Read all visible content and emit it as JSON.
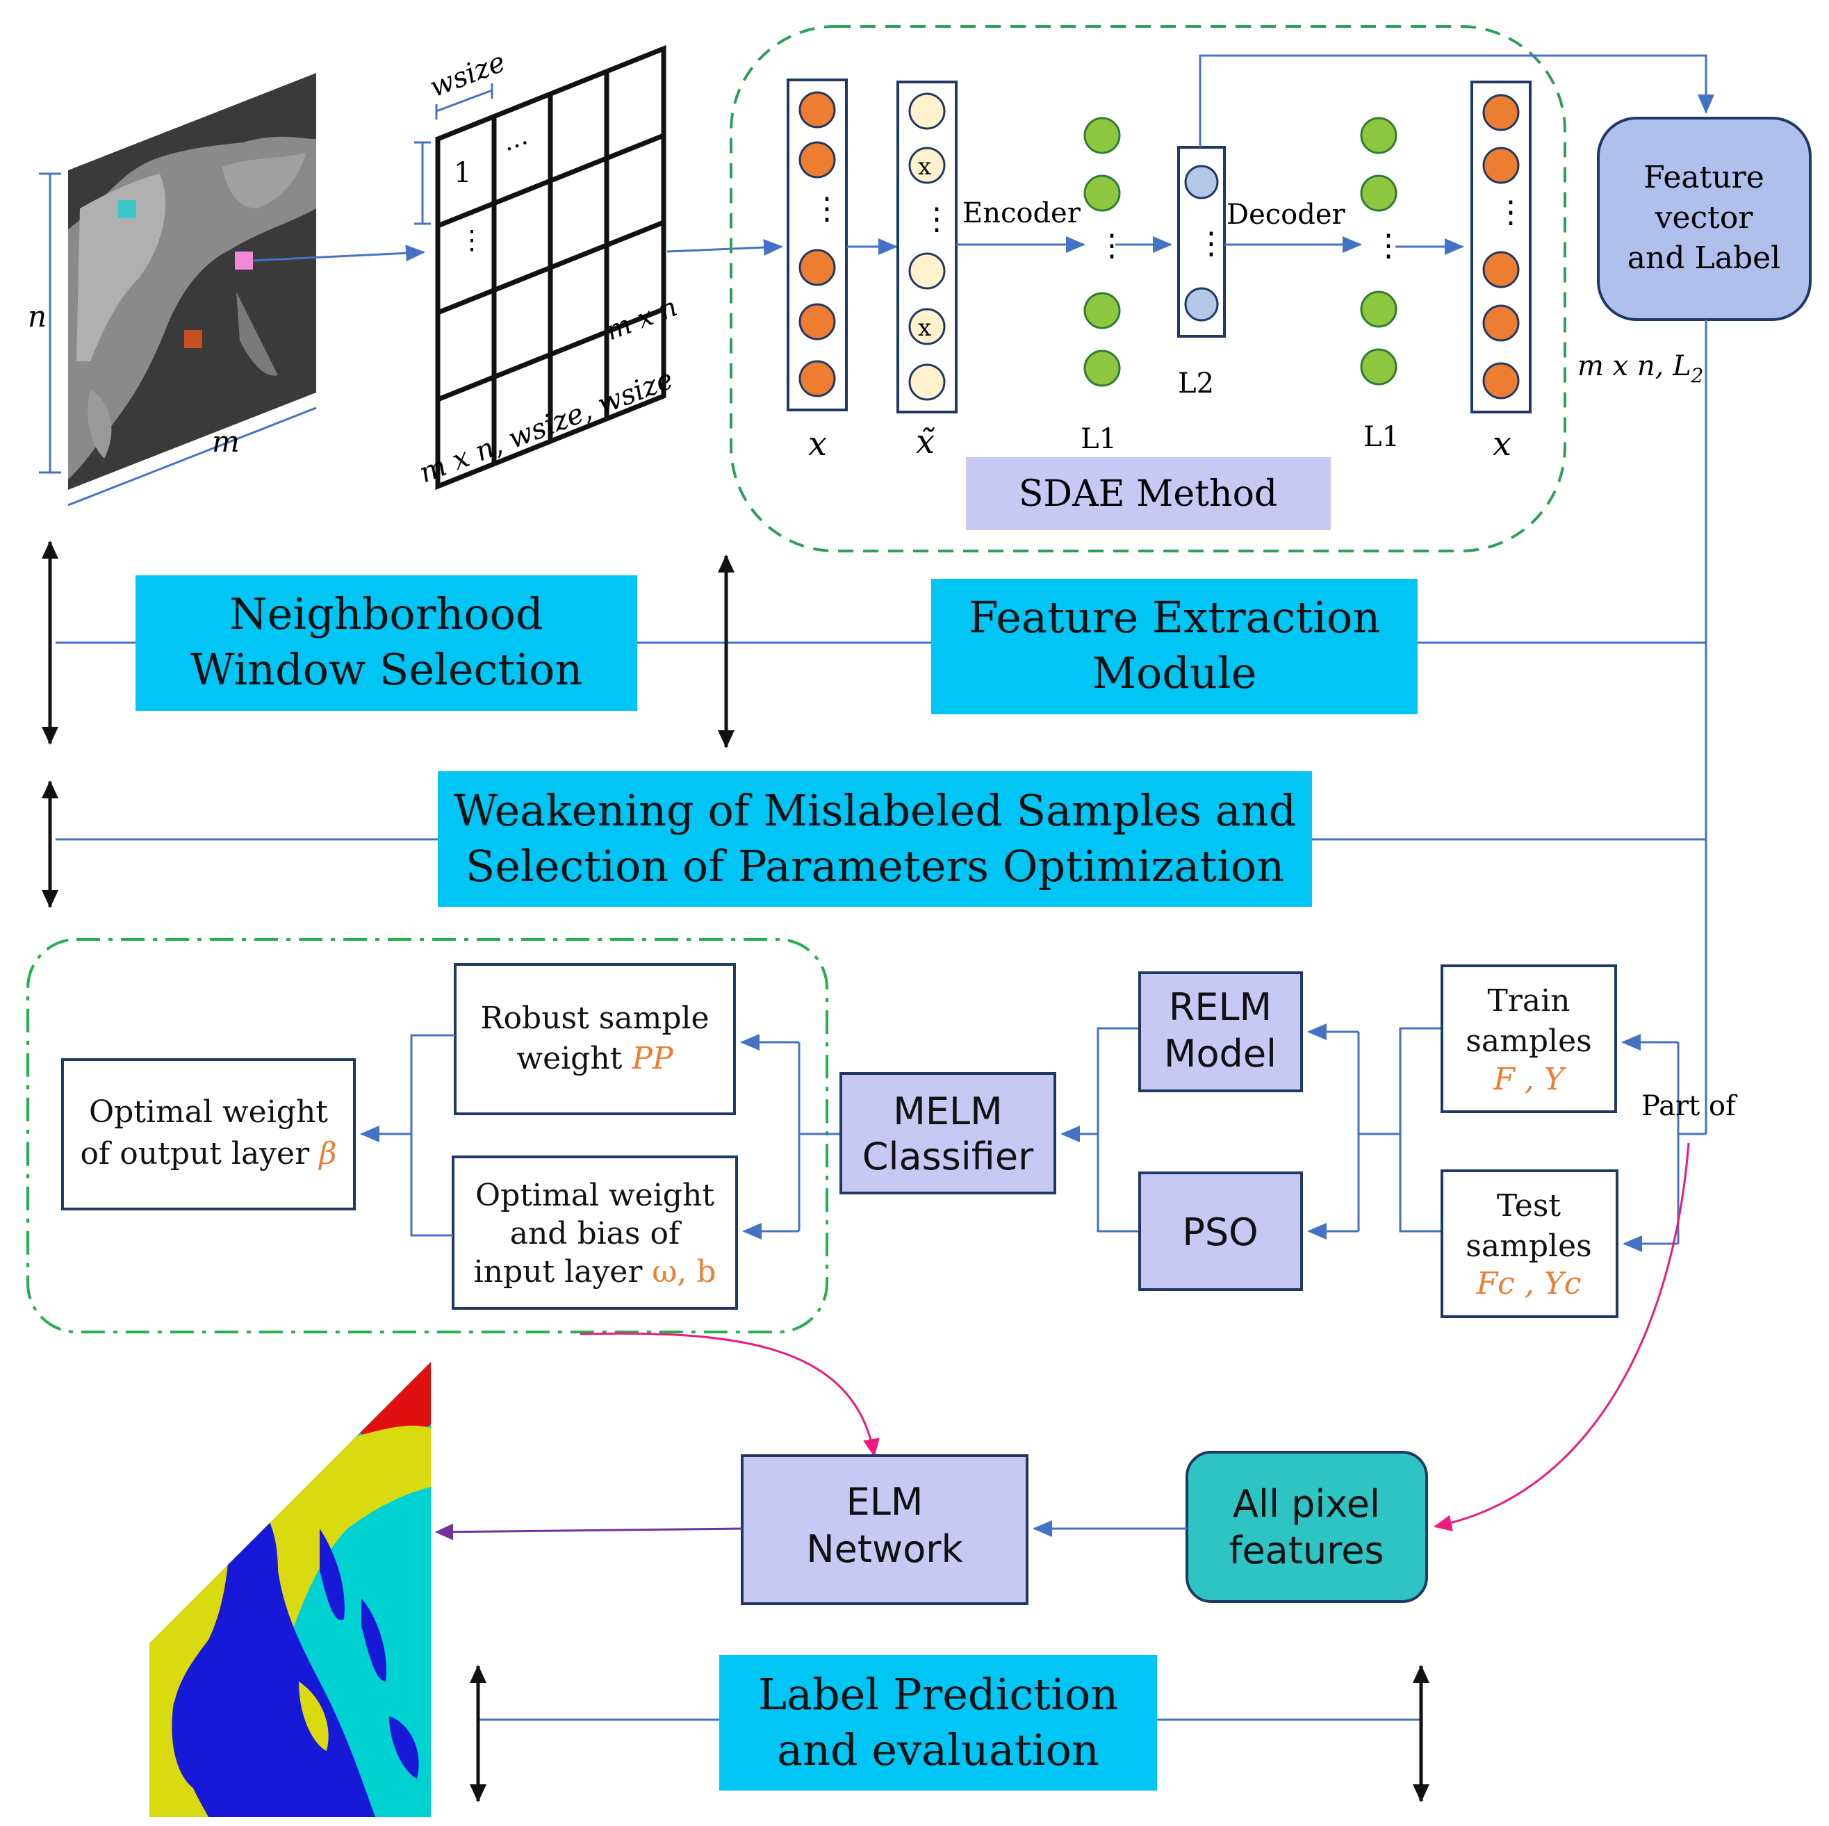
{
  "image_labels": {
    "n_label": "n",
    "m_label": "m"
  },
  "grid": {
    "wsize_label": "wsize",
    "cell_first": "1",
    "cell_dots_h": "…",
    "cell_dots_v": "⋮",
    "cell_last": "m x n",
    "caption": "m x n, wsize, wsize"
  },
  "sdae": {
    "encoder_label": "Encoder",
    "decoder_label": "Decoder",
    "x_label": "x",
    "x_tilde_label": "x̃",
    "l1_label": "L1",
    "l2_label": "L2",
    "l1_right_label": "L1",
    "x_right_label": "x",
    "noise_mark": "x",
    "method_title": "SDAE Method"
  },
  "feature_vector": {
    "line1": "Feature",
    "line2": "vector",
    "line3": "and Label",
    "dims_label": "m x n, L",
    "dims_sub": "2"
  },
  "modules": {
    "neighborhood_line1": "Neighborhood",
    "neighborhood_line2": "Window Selection",
    "feature_line1": "Feature Extraction",
    "feature_line2": "Module",
    "weakening_line1": "Weakening of Mislabeled Samples and",
    "weakening_line2": "Selection of Parameters Optimization",
    "label_pred_line1": "Label Prediction",
    "label_pred_line2": "and evaluation"
  },
  "melm": {
    "robust_line1": "Robust sample",
    "robust_line2": "weight",
    "robust_symbol": "PP",
    "optimal_in_line1": "Optimal weight",
    "optimal_in_line2": "and bias of",
    "optimal_in_line3": "input layer",
    "optimal_in_symbol": "ω, b",
    "optimal_out_line1": "Optimal weight",
    "optimal_out_line2": "of output layer",
    "optimal_out_symbol": "β",
    "melm_line1": "MELM",
    "melm_line2": "Classifier",
    "relm_line1": "RELM",
    "relm_line2": "Model",
    "pso": "PSO",
    "train_line1": "Train",
    "train_line2": "samples",
    "train_symbol": "F , Y",
    "test_line1": "Test",
    "test_line2": "samples",
    "test_symbol": "Fc , Yc",
    "part_of": "Part of"
  },
  "bottom": {
    "elm_line1": "ELM",
    "elm_line2": "Network",
    "allpix_line1": "All pixel",
    "allpix_line2": "features"
  },
  "colors": {
    "cyan": "#00C5F5",
    "lavender": "#C8C8F5",
    "teal": "#2EC4C4",
    "feature_box": "#AFC0EC",
    "blue_line": "#4472C4",
    "green_dash": "#2E9E5B",
    "green_dashdot": "#22B14C",
    "pink": "#F0197D",
    "purple": "#7030A0",
    "orange_node": "#ED7D31",
    "green_node": "#8DC63F",
    "cream_node": "#FFF2CC",
    "blue_node": "#B4C7E7"
  }
}
